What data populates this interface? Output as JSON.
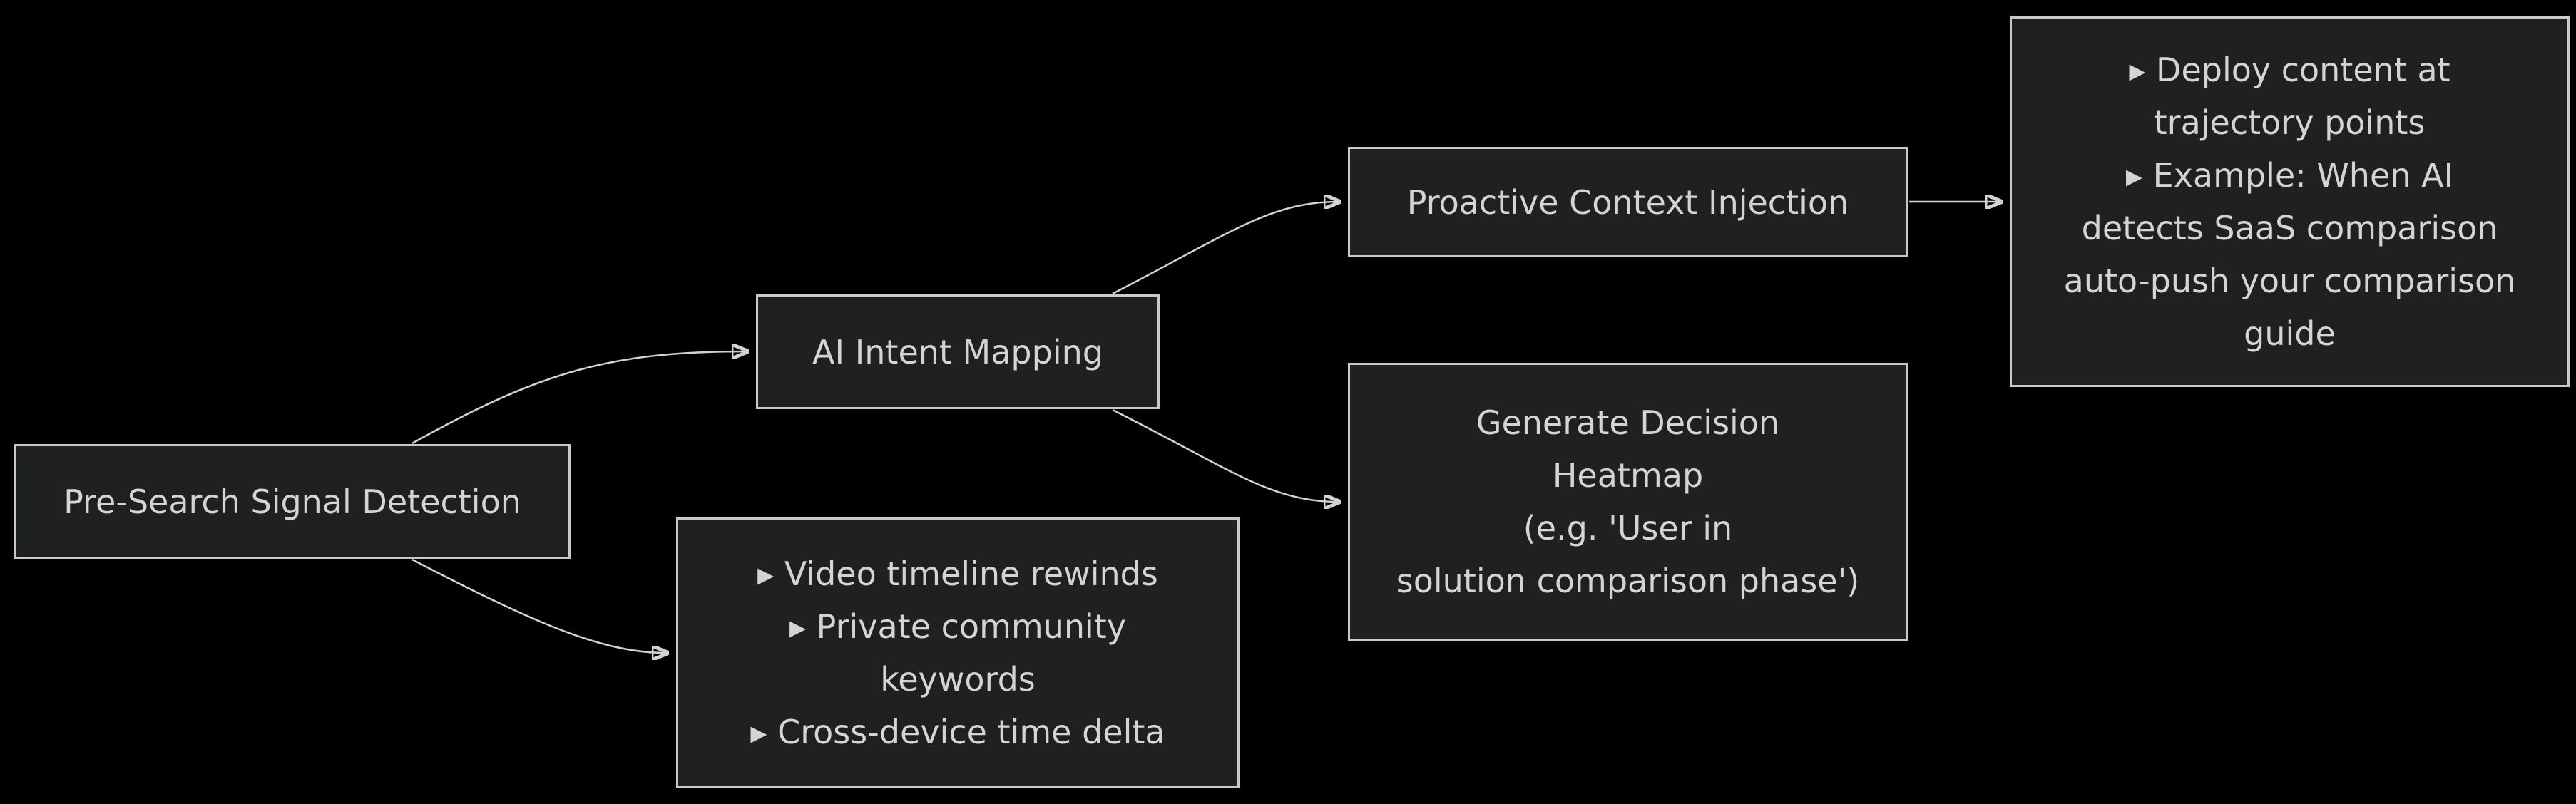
{
  "colors": {
    "background": "#000000",
    "node_fill": "#1f2020",
    "node_border": "#c9c9c9",
    "text": "#d4d4d4",
    "edge": "#d3d3d3"
  },
  "nodes": {
    "pre_search": {
      "label": "Pre-Search Signal Detection"
    },
    "ai_intent": {
      "label": "AI Intent Mapping"
    },
    "signals": {
      "label": "▸ Video timeline rewinds\n▸ Private community\nkeywords\n▸ Cross-device time delta"
    },
    "proactive": {
      "label": "Proactive Context Injection"
    },
    "heatmap": {
      "label": "Generate Decision\nHeatmap\n(e.g. 'User in\nsolution comparison phase')"
    },
    "deploy": {
      "label": "▸ Deploy content at\ntrajectory points\n▸ Example: When AI\ndetects SaaS comparison\nauto-push your comparison\nguide"
    }
  },
  "edges": [
    {
      "from": "pre_search",
      "to": "ai_intent"
    },
    {
      "from": "pre_search",
      "to": "signals"
    },
    {
      "from": "ai_intent",
      "to": "proactive"
    },
    {
      "from": "ai_intent",
      "to": "heatmap"
    },
    {
      "from": "proactive",
      "to": "deploy"
    }
  ]
}
